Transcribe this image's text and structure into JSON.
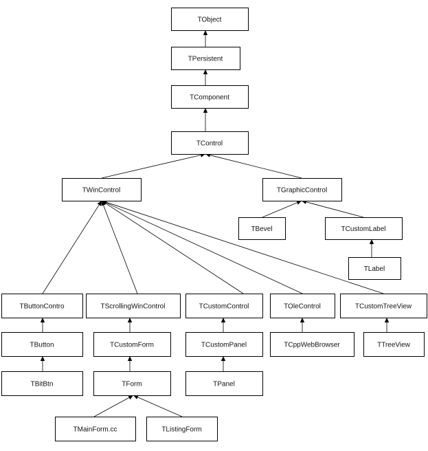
{
  "diagram": {
    "nodes": {
      "tobject": "TObject",
      "tpersistent": "TPersistent",
      "tcomponent": "TComponent",
      "tcontrol": "TControl",
      "twincontrol": "TWinControl",
      "tgraphiccontrol": "TGraphicControl",
      "tbevel": "TBevel",
      "tcustomlabel": "TCustomLabel",
      "tlabel": "TLabel",
      "tbuttoncontrol": "TButtonContro",
      "tscrollingwincontrol": "TScrollingWinControl",
      "tcustomcontrol": "TCustomControl",
      "tolecontrol": "TOleControl",
      "tcustomtreeview": "TCustomTreeView",
      "tbutton": "TButton",
      "tcustomform": "TCustomForm",
      "tcustompanel": "TCustomPanel",
      "tcppwebbrowser": "TCppWebBrowser",
      "ttreeview": "TTreeView",
      "tbitbtn": "TBitBtn",
      "tform": "TForm",
      "tpanel": "TPanel",
      "tmainform": "TMainForm.cc",
      "tlistingform": "TListingForm"
    },
    "edges": [
      [
        "tpersistent",
        "tobject"
      ],
      [
        "tcomponent",
        "tpersistent"
      ],
      [
        "tcontrol",
        "tcomponent"
      ],
      [
        "twincontrol",
        "tcontrol"
      ],
      [
        "tgraphiccontrol",
        "tcontrol"
      ],
      [
        "tbevel",
        "tgraphiccontrol"
      ],
      [
        "tcustomlabel",
        "tgraphiccontrol"
      ],
      [
        "tlabel",
        "tcustomlabel"
      ],
      [
        "tbuttoncontrol",
        "twincontrol"
      ],
      [
        "tscrollingwincontrol",
        "twincontrol"
      ],
      [
        "tcustomcontrol",
        "twincontrol"
      ],
      [
        "tolecontrol",
        "twincontrol"
      ],
      [
        "tcustomtreeview",
        "twincontrol"
      ],
      [
        "tbutton",
        "tbuttoncontrol"
      ],
      [
        "tcustomform",
        "tscrollingwincontrol"
      ],
      [
        "tcustompanel",
        "tcustomcontrol"
      ],
      [
        "tcppwebbrowser",
        "tolecontrol"
      ],
      [
        "ttreeview",
        "tcustomtreeview"
      ],
      [
        "tbitbtn",
        "tbutton"
      ],
      [
        "tform",
        "tcustomform"
      ],
      [
        "tpanel",
        "tcustompanel"
      ],
      [
        "tmainform",
        "tform"
      ],
      [
        "tlistingform",
        "tform"
      ]
    ]
  }
}
